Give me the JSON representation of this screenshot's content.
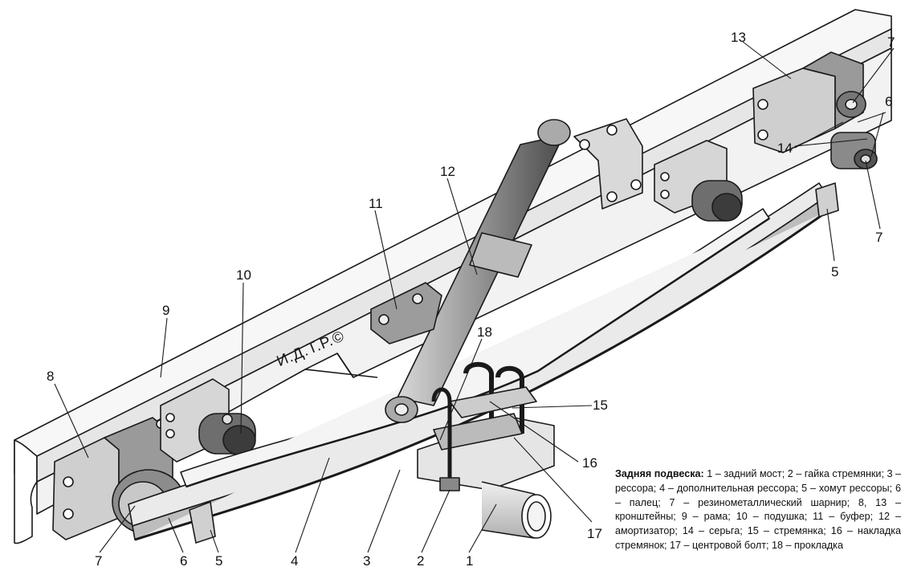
{
  "labels": [
    "1",
    "2",
    "3",
    "4",
    "5",
    "5",
    "6",
    "6",
    "7",
    "7",
    "7",
    "8",
    "9",
    "10",
    "11",
    "12",
    "13",
    "14",
    "15",
    "16",
    "17",
    "18"
  ],
  "watermark": "И.Д.Т.Р.©",
  "caption": {
    "title": "Задняя подвеска:",
    "text": " 1 – задний мост; 2 – гайка стремянки; 3 – рессора; 4 – дополнительная рессора; 5 – хомут рессоры; 6 – палец; 7 – резинометаллический шарнир; 8, 13 – кронштейны; 9 – рама; 10 – подушка; 11 – буфер; 12 – амортизатор; 14 – серьга; 15 – стремянка; 16 – накладка стремянок; 17 – центровой болт; 18 – прокладка"
  }
}
